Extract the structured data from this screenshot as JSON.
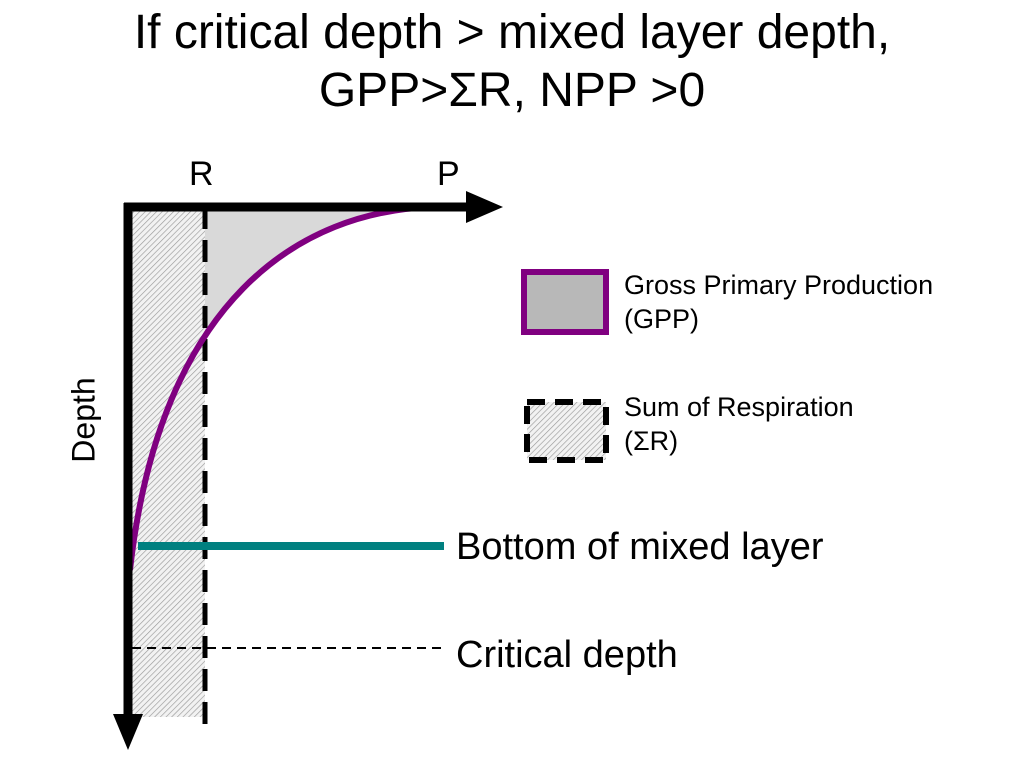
{
  "title": {
    "line1": "If critical depth > mixed layer depth,",
    "line2": "GPP>ΣR, NPP >0"
  },
  "axes": {
    "x_label_r": "R",
    "x_label_p": "P",
    "y_label": "Depth"
  },
  "legend": {
    "gpp_line1": "Gross Primary Production",
    "gpp_line2": "(GPP)",
    "resp_line1": "Sum of Respiration",
    "resp_line2": "(ΣR)"
  },
  "annotations": {
    "mixed_layer": "Bottom of mixed layer",
    "critical_depth": "Critical depth"
  },
  "colors": {
    "gpp_curve": "#800080",
    "gpp_fill": "#d9d9d9",
    "mixed_layer_line": "#008080",
    "axis": "#000000",
    "respiration_hatch": "#9a9a9a",
    "legend_gpp_fill": "#b8b8b8"
  }
}
